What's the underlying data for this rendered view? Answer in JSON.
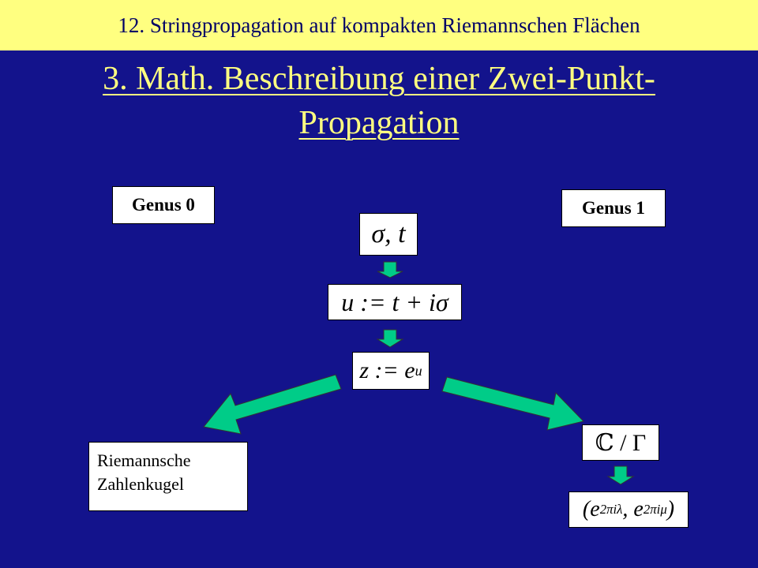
{
  "header": {
    "text": "12. Stringpropagation auf kompakten Riemannschen Flächen"
  },
  "title": {
    "line1": "3. Math. Beschreibung einer Zwei-Punkt-",
    "line2": "Propagation"
  },
  "labels": {
    "genus0": "Genus 0",
    "genus1": "Genus 1"
  },
  "formulas": {
    "sigma_t": "σ, t",
    "u_def": "u := t + iσ",
    "z_def_base": "z := e",
    "z_def_exp": "u",
    "torus": "ℂ / Γ",
    "coords_a": "(e",
    "coords_a_exp": "2πiλ",
    "coords_b": ", e",
    "coords_b_exp": "2πiμ",
    "coords_end": ")"
  },
  "riemann": {
    "line1": "Riemannsche",
    "line2": "Zahlenkugel"
  },
  "colors": {
    "background": "#13138c",
    "header": "#ffff80",
    "title": "#ffff80",
    "arrow": "#00cc88"
  }
}
